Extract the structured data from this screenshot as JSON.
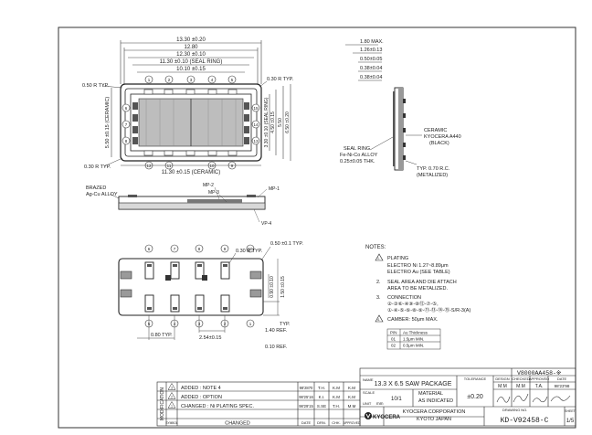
{
  "top_view": {
    "dims": {
      "overall_width": "13.30 ±0.20",
      "width_1280": "12.80",
      "seal_ring_width": "12.30 ±0.10",
      "seal_ring_label": "11.30 ±0.10 (SEAL RING)",
      "width_1010": "10.10 ±0.15",
      "ceramic_width": "11.30 ±0.15 (CERAMIC)",
      "corner_radius_top_left": "0.50 R TYP.",
      "corner_radius_top_right": "0.30 R TYP.",
      "corner_radius_bottom_left": "0.30 R TYP.",
      "vert_left_a": "5.50 ±0.15 (CERAMIC)",
      "vert_right_a": "3.30 ±0.10 (SEAL RING)",
      "vert_right_b": "4.50 ±0.15",
      "vert_right_c": "5.50",
      "vert_right_d": "6.50 ±0.20"
    },
    "brazed_label": "BRAZED",
    "brazed_alloy": "Ag-Cu ALLOY",
    "pad_labels_top": [
      "1",
      "2",
      "3",
      "4",
      "5",
      "6",
      "7",
      "8"
    ],
    "pad_labels_bottom": [
      "15",
      "14",
      "13",
      "12",
      "11",
      "10",
      "9"
    ]
  },
  "side_view": {
    "dims": [
      "1.80 MAX.",
      "1.26±0.13",
      "0.50±0.05",
      "0.38±0.04",
      "0.38±0.04"
    ],
    "ceramic_note": [
      "CERAMIC",
      "KYOCERA A440",
      "(BLACK)"
    ],
    "seal_ring_note": [
      "SEAL RING",
      "Fe-Ni-Co ALLOY",
      "0.25±0.05 THK."
    ],
    "metalized_note": [
      "TYP. 0.70 R.C.",
      "(METALIZED)"
    ]
  },
  "section_labels": [
    "MP-2",
    "MP-3",
    "MP-1",
    "VP-4"
  ],
  "bottom_view": {
    "dims": [
      "0.80 TYP.",
      "2.54±0.15",
      "1.40 REF.",
      "0.10 REF.",
      "TYP.",
      "0.90 ±0.10",
      "1.50 ±0.15",
      "0.50 ±0.1 TYP.",
      "0.30 R TYP."
    ],
    "pin_labels_top": [
      "6",
      "7",
      "8",
      "9",
      "10"
    ],
    "pin_labels_bottom": [
      "5",
      "4",
      "3",
      "2",
      "1"
    ]
  },
  "notes": {
    "title": "NOTES:",
    "items": [
      {
        "num": "1.",
        "lines": [
          "PLATING",
          "ELECTRO Ni 1.27~8.89μm",
          "ELECTRO Au (SEE TABLE)"
        ]
      },
      {
        "num": "2.",
        "lines": [
          "SEAL AREA AND DIE ATTACH",
          "AREA TO BE METALIZED."
        ]
      },
      {
        "num": "3.",
        "lines": [
          "CONNECTION",
          "②-③⑥-④⑨-⑧⑫-⑦-⑤,",
          "①-④-⑤-⑥-⑧-⑨-⑪-⑬-⑭-⑮-S/R-3(A)"
        ]
      },
      {
        "num": "4.",
        "lines": [
          "CAMBER: 50μm MAX."
        ]
      }
    ],
    "table": {
      "headers": [
        "P/N",
        "Au Thickness"
      ],
      "rows": [
        [
          "01",
          "1.5μm MIN."
        ],
        [
          "02",
          "0.5μm MIN."
        ]
      ]
    }
  },
  "title_block": {
    "revisions": [
      {
        "sym": "3",
        "desc": "ADDED : NOTE 4",
        "date": "98'2870",
        "drn": "T.H.",
        "chk": "K.M",
        "app": "K.M"
      },
      {
        "sym": "2",
        "desc": "ADDED : OPTION",
        "date": "98'25'16",
        "drn": "K.I.",
        "chk": "K.M",
        "app": "K.M"
      },
      {
        "sym": "1",
        "desc": "CHANGED : Ni PLATING SPEC.",
        "date": "98'29'15",
        "drn": "S.SE",
        "chk": "T.H.",
        "app": "M.M"
      }
    ],
    "rev_header": {
      "symbol": "SYMBOL",
      "desc": "CHANGED",
      "date": "DATE",
      "drn": "DRN.",
      "chk": "CHK.",
      "app": "APPROVED"
    },
    "modification_label": "MODIFICATION",
    "part_number": "V8000AA458-※",
    "name_label": "NAME",
    "name_value": "13.3 X 6.5 SAW PACKAGE",
    "scale_label": "SCALE",
    "scale_value": "10/1",
    "unit_label": "UNIT",
    "unit_value": "mm",
    "material_label": "MATERIAL",
    "material_value": "AS INDICATED",
    "tolerance_label": "TOLERANCE",
    "tolerance_value": "±0.20",
    "approvals_headers": [
      "DESIGN",
      "CHECKED",
      "APPROVED",
      "DATE"
    ],
    "approvals_values": [
      "M.M",
      "M.M",
      "T.A.",
      "98'23'98"
    ],
    "drawing_no_label": "DRAWING NO.",
    "drawing_no": "KD-V92458-C",
    "company_logo": "KYOCERA",
    "company": [
      "KYOCERA CORPORATION",
      "KYOTO JAPAN"
    ],
    "sheet_label": "SHEET",
    "sheet_value": "1/5"
  }
}
